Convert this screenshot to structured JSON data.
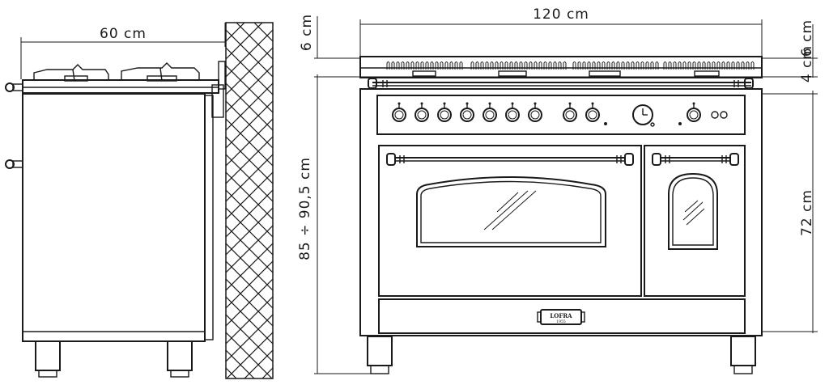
{
  "dimensions": {
    "side_depth": "60 cm",
    "front_width": "120 cm",
    "top_clearance": "6 cm",
    "top_edge": "4 cm",
    "total_height": "85 ÷ 90,5 cm",
    "oven_height": "72 cm"
  },
  "brand": {
    "name": "LOFRA",
    "year": "1955"
  }
}
